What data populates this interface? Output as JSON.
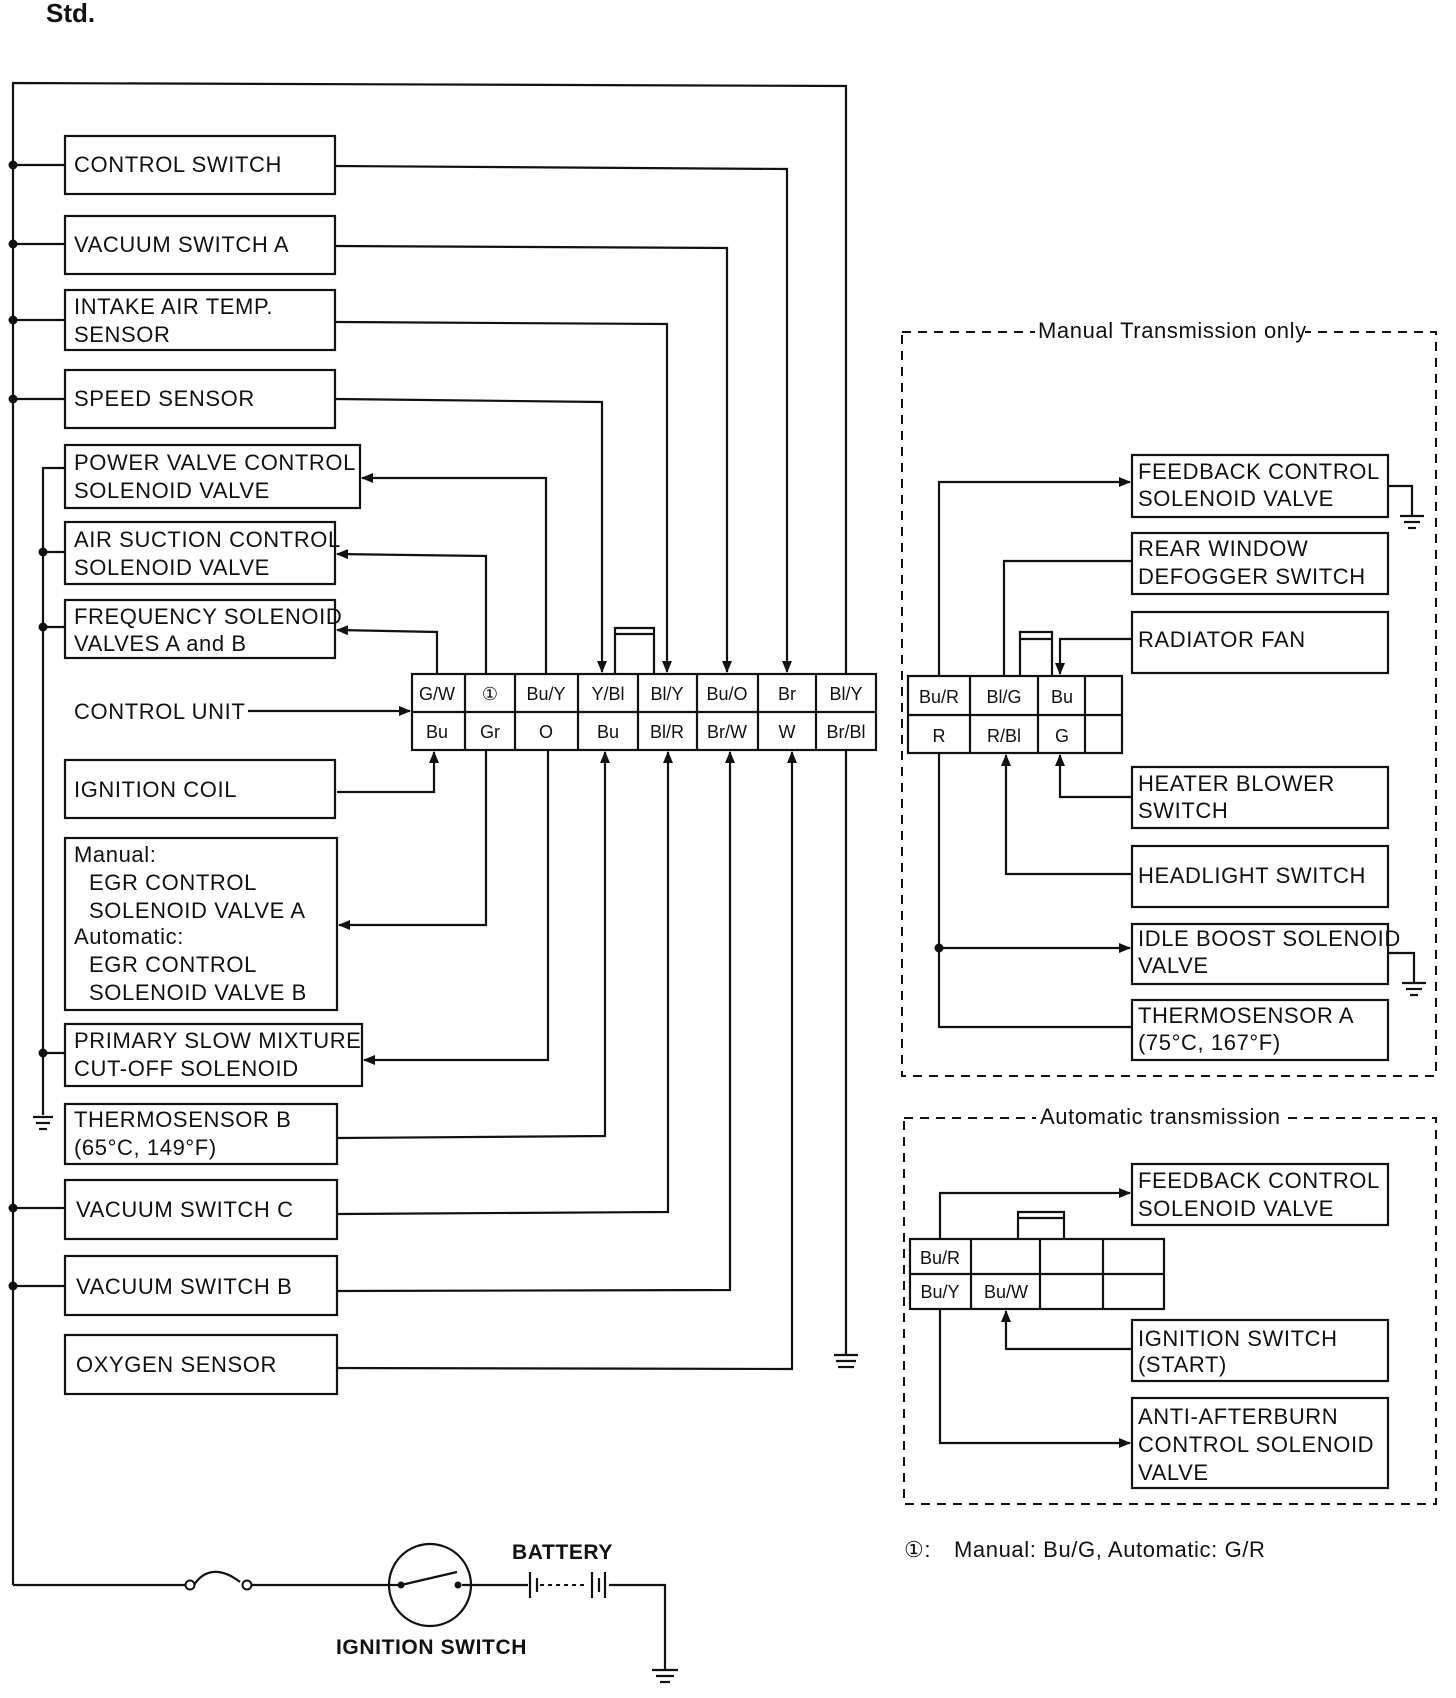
{
  "header": {
    "title": "Std."
  },
  "components": {
    "control_switch": "CONTROL SWITCH",
    "vacuum_switch_a": "VACUUM SWITCH A",
    "intake_air_temp_sensor": [
      "INTAKE AIR TEMP.",
      "SENSOR"
    ],
    "speed_sensor": "SPEED SENSOR",
    "power_valve": [
      "POWER VALVE CONTROL",
      "SOLENOID VALVE"
    ],
    "air_suction": [
      "AIR SUCTION CONTROL",
      "SOLENOID VALVE"
    ],
    "frequency_solenoid": [
      "FREQUENCY SOLENOID",
      "VALVES A and B"
    ],
    "control_unit": "CONTROL UNIT",
    "ignition_coil": "IGNITION COIL",
    "egr": [
      "Manual:",
      "EGR CONTROL",
      "SOLENOID VALVE A",
      "Automatic:",
      "EGR CONTROL",
      "SOLENOID VALVE B"
    ],
    "primary_slow": [
      "PRIMARY SLOW MIXTURE",
      "CUT-OFF SOLENOID"
    ],
    "thermosensor_b": [
      "THERMOSENSOR B",
      "(65°C, 149°F)"
    ],
    "vacuum_switch_c": "VACUUM SWITCH C",
    "vacuum_switch_b": "VACUUM SWITCH B",
    "oxygen_sensor": "OXYGEN SENSOR",
    "battery": "BATTERY",
    "ignition_switch": "IGNITION SWITCH"
  },
  "connector_main": {
    "top": [
      "G/W",
      "①",
      "Bu/Y",
      "Y/Bl",
      "Bl/Y",
      "Bu/O",
      "Br",
      "Bl/Y"
    ],
    "bottom": [
      "Bu",
      "Gr",
      "O",
      "Bu",
      "Bl/R",
      "Br/W",
      "W",
      "Br/Bl"
    ]
  },
  "manual_section": {
    "label": "Manual Transmission only",
    "feedback": [
      "FEEDBACK CONTROL",
      "SOLENOID VALVE"
    ],
    "rear_window": [
      "REAR WINDOW",
      "DEFOGGER SWITCH"
    ],
    "radiator_fan": "RADIATOR FAN",
    "heater_blower": [
      "HEATER BLOWER",
      "SWITCH"
    ],
    "headlight": "HEADLIGHT SWITCH",
    "idle_boost": [
      "IDLE BOOST SOLENOID",
      "VALVE"
    ],
    "thermosensor_a": [
      "THERMOSENSOR A",
      "(75°C, 167°F)"
    ],
    "connector": {
      "top": [
        "Bu/R",
        "Bl/G",
        "Bu",
        ""
      ],
      "bottom": [
        "R",
        "R/Bl",
        "G",
        ""
      ]
    }
  },
  "auto_section": {
    "label": "Automatic transmission",
    "feedback": [
      "FEEDBACK CONTROL",
      "SOLENOID VALVE"
    ],
    "ignition_start": [
      "IGNITION SWITCH",
      "(START)"
    ],
    "anti_afterburn": [
      "ANTI-AFTERBURN",
      "CONTROL SOLENOID",
      "VALVE"
    ],
    "connector": {
      "top": [
        "Bu/R",
        "",
        "",
        ""
      ],
      "bottom": [
        "Bu/Y",
        "Bu/W",
        "",
        ""
      ]
    }
  },
  "footnote": {
    "marker": "①:",
    "text": "Manual: Bu/G, Automatic: G/R"
  }
}
